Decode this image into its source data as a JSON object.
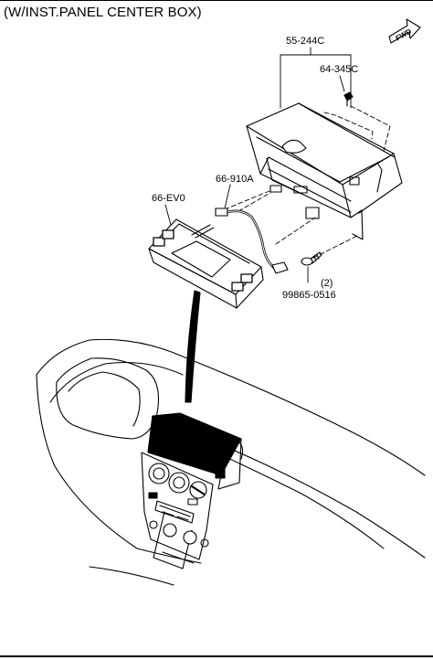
{
  "title": "(W/INST.PANEL CENTER BOX)",
  "fwd_label": "FWD",
  "parts": [
    {
      "id": "55-244C"
    },
    {
      "id": "64-345C"
    },
    {
      "id": "66-910A"
    },
    {
      "id": "66-EV0"
    },
    {
      "id": "99865-0516",
      "qty": "(2)"
    }
  ]
}
